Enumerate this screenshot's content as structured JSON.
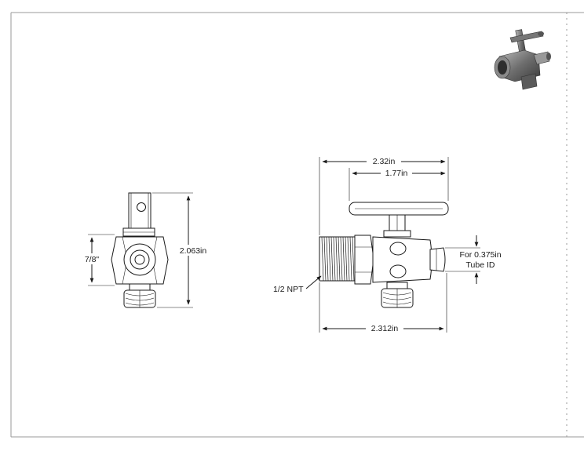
{
  "drawing": {
    "side_view": {
      "overall_width": "2.32in",
      "handle_width": "1.77in",
      "body_length": "2.312in",
      "thread_callout": "1/2 NPT",
      "tube_note_line1": "For 0.375in",
      "tube_note_line2": "Tube ID"
    },
    "end_view": {
      "hex_size": "7/8\"",
      "overall_height": "2.063in"
    },
    "colors": {
      "linework": "#1a1a1a",
      "border": "#9a9a9a",
      "iso_body": "#6e6e6e"
    },
    "icons": [
      "isometric-valve-icon"
    ]
  }
}
